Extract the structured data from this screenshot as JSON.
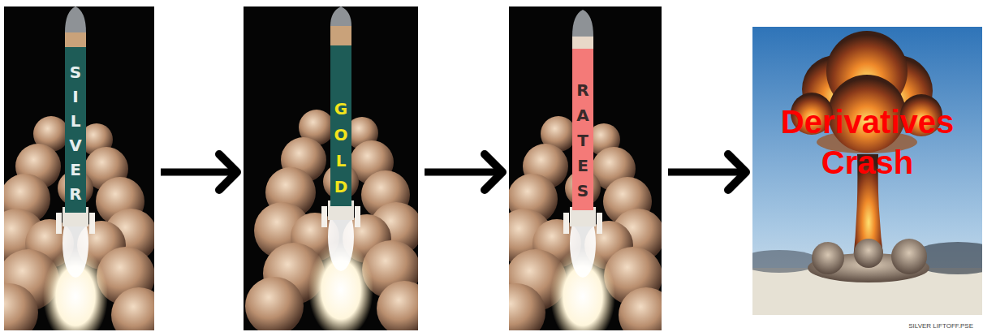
{
  "diagram": {
    "nodes": [
      {
        "text": [
          "SILVER"
        ]
      },
      {
        "text": [
          "GOLD"
        ]
      },
      {
        "text": [
          "RATES"
        ]
      },
      {
        "text": [
          "Derivatives Crash"
        ]
      }
    ],
    "edges": [
      {
        "from": 0,
        "to": 1,
        "arrow": "to"
      },
      {
        "from": 1,
        "to": 2,
        "arrow": "to"
      },
      {
        "from": 2,
        "to": 3,
        "arrow": "to"
      }
    ],
    "labels": [
      "SILVER LIFTOFF.PSE"
    ]
  }
}
